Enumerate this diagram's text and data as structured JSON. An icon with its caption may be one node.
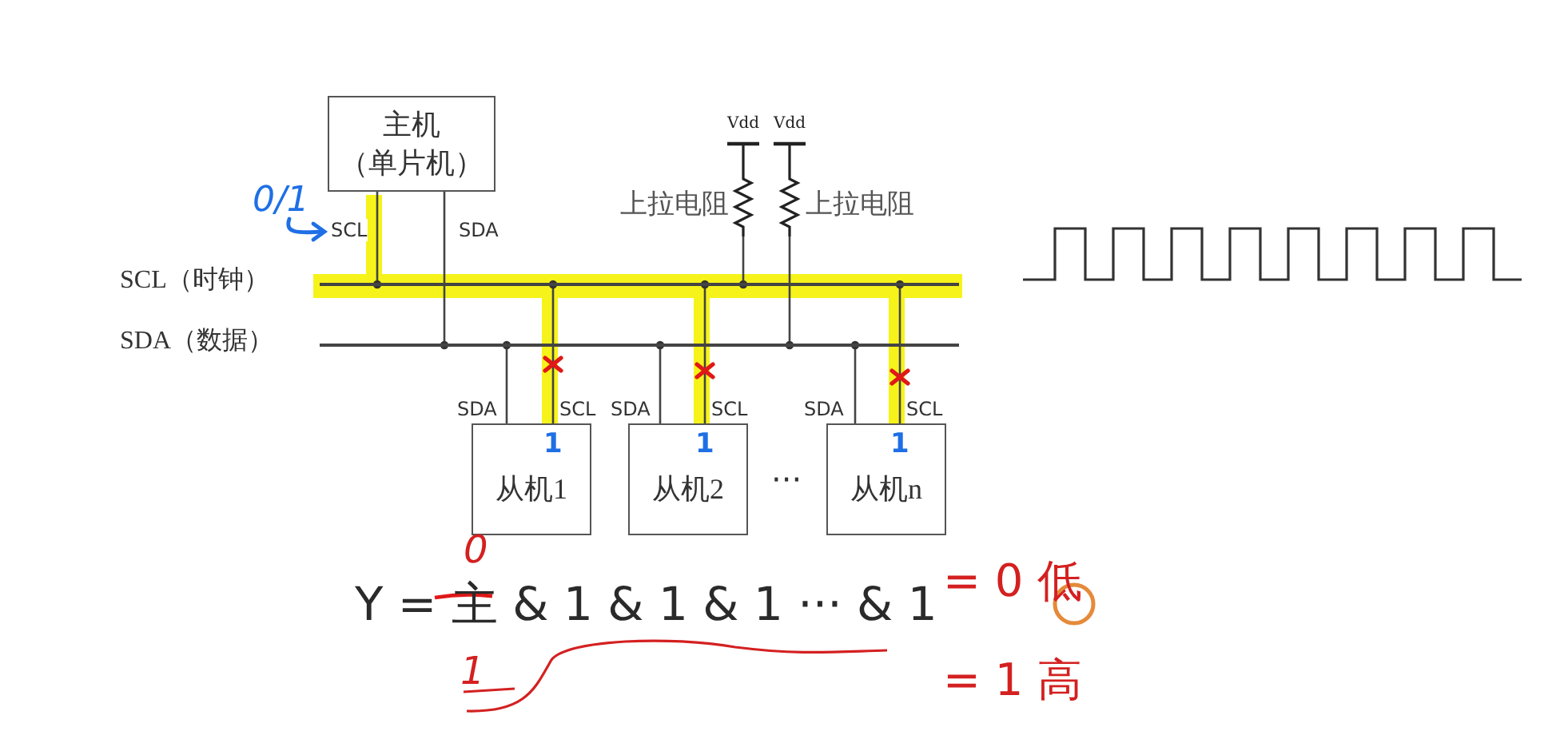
{
  "diagram": {
    "nodes": [
      {
        "text": [
          "主机",
          "（单片机）"
        ]
      },
      {
        "text": [
          "从机1"
        ]
      },
      {
        "text": [
          "从机2"
        ]
      },
      {
        "text": [
          "从机n"
        ]
      },
      {
        "text": [
          "SCL（时钟）"
        ]
      },
      {
        "text": [
          "SDA（数据）"
        ]
      },
      {
        "text": [
          "上拉电阻"
        ],
        "beside": [
          "Vdd"
        ]
      },
      {
        "text": [
          "上拉电阻"
        ],
        "beside": [
          "Vdd"
        ]
      }
    ],
    "edges": [
      {
        "from": 0,
        "to": 4,
        "arrow": "none",
        "label": "SCL"
      },
      {
        "from": 0,
        "to": 5,
        "arrow": "none",
        "label": "SDA"
      },
      {
        "from": 1,
        "to": 5,
        "arrow": "none",
        "label": "SDA"
      },
      {
        "from": 1,
        "to": 4,
        "arrow": "none",
        "label": "SCL"
      },
      {
        "from": 2,
        "to": 5,
        "arrow": "none",
        "label": "SDA"
      },
      {
        "from": 2,
        "to": 4,
        "arrow": "none",
        "label": "SCL"
      },
      {
        "from": 3,
        "to": 5,
        "arrow": "none",
        "label": "SDA"
      },
      {
        "from": 3,
        "to": 4,
        "arrow": "none",
        "label": "SCL"
      },
      {
        "from": 6,
        "to": 4,
        "arrow": "none"
      },
      {
        "from": 7,
        "to": 5,
        "arrow": "none"
      }
    ],
    "labels": [
      "0/1",
      "1",
      "1",
      "1",
      "···",
      "Y = 主 & 1 & 1 & 1 ··· & 1",
      "0",
      "1",
      "= 0 低",
      "= 1 高"
    ]
  }
}
